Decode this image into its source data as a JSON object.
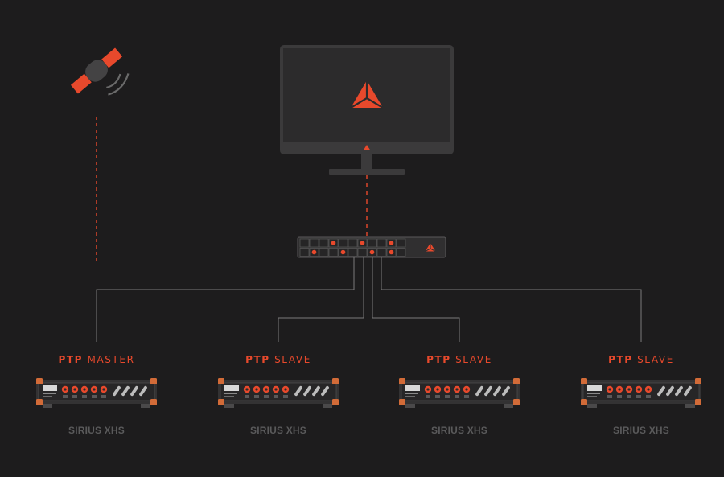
{
  "colors": {
    "background": "#1d1c1d",
    "accent": "#e8492c",
    "line": "#7a7a7a",
    "device_body": "#2e2d2e",
    "device_name": "#5a5a5b"
  },
  "icons": {
    "satellite": "satellite-icon",
    "monitor": "monitor-icon",
    "logo": "dewesoft-triangle-logo-icon",
    "switch": "network-switch-icon",
    "daq": "daq-device-icon"
  },
  "devices": [
    {
      "role_prefix": "PTP",
      "role": "MASTER",
      "name": "SIRIUS XHS"
    },
    {
      "role_prefix": "PTP",
      "role": "SLAVE",
      "name": "SIRIUS XHS"
    },
    {
      "role_prefix": "PTP",
      "role": "SLAVE",
      "name": "SIRIUS XHS"
    },
    {
      "role_prefix": "PTP",
      "role": "SLAVE",
      "name": "SIRIUS XHS"
    }
  ]
}
